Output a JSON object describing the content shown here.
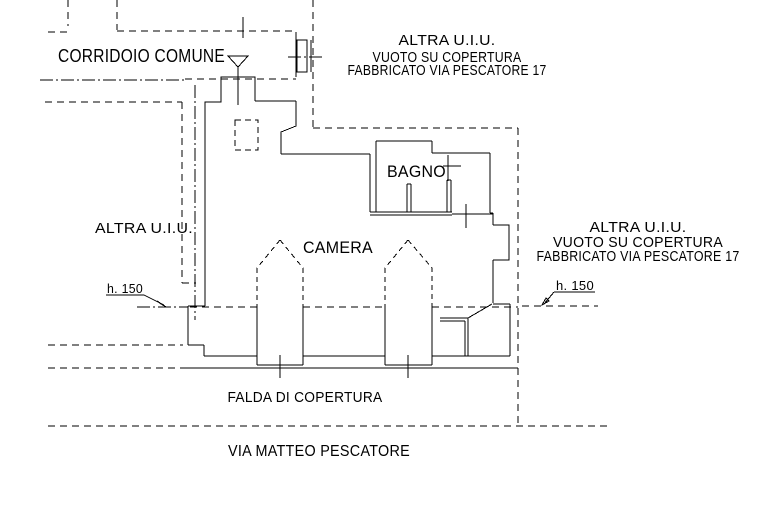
{
  "labels": {
    "corridor": "CORRIDOIO COMUNE",
    "unit_left": "ALTRA U.I.U.",
    "unit_top": {
      "line1": "ALTRA U.I.U.",
      "line2": "VUOTO SU COPERTURA",
      "line3": "FABBRICATO VIA PESCATORE 17"
    },
    "unit_right": {
      "line1": "ALTRA U.I.U.",
      "line2": "VUOTO SU COPERTURA",
      "line3": "FABBRICATO VIA PESCATORE 17"
    },
    "bathroom": "BAGNO",
    "bedroom": "CAMERA",
    "roof_slope": "FALDA DI COPERTURA",
    "street": "VIA MATTEO PESCATORE",
    "height_left": "h. 150",
    "height_right": "h. 150"
  },
  "colors": {
    "line": "#000000",
    "background": "#ffffff"
  }
}
